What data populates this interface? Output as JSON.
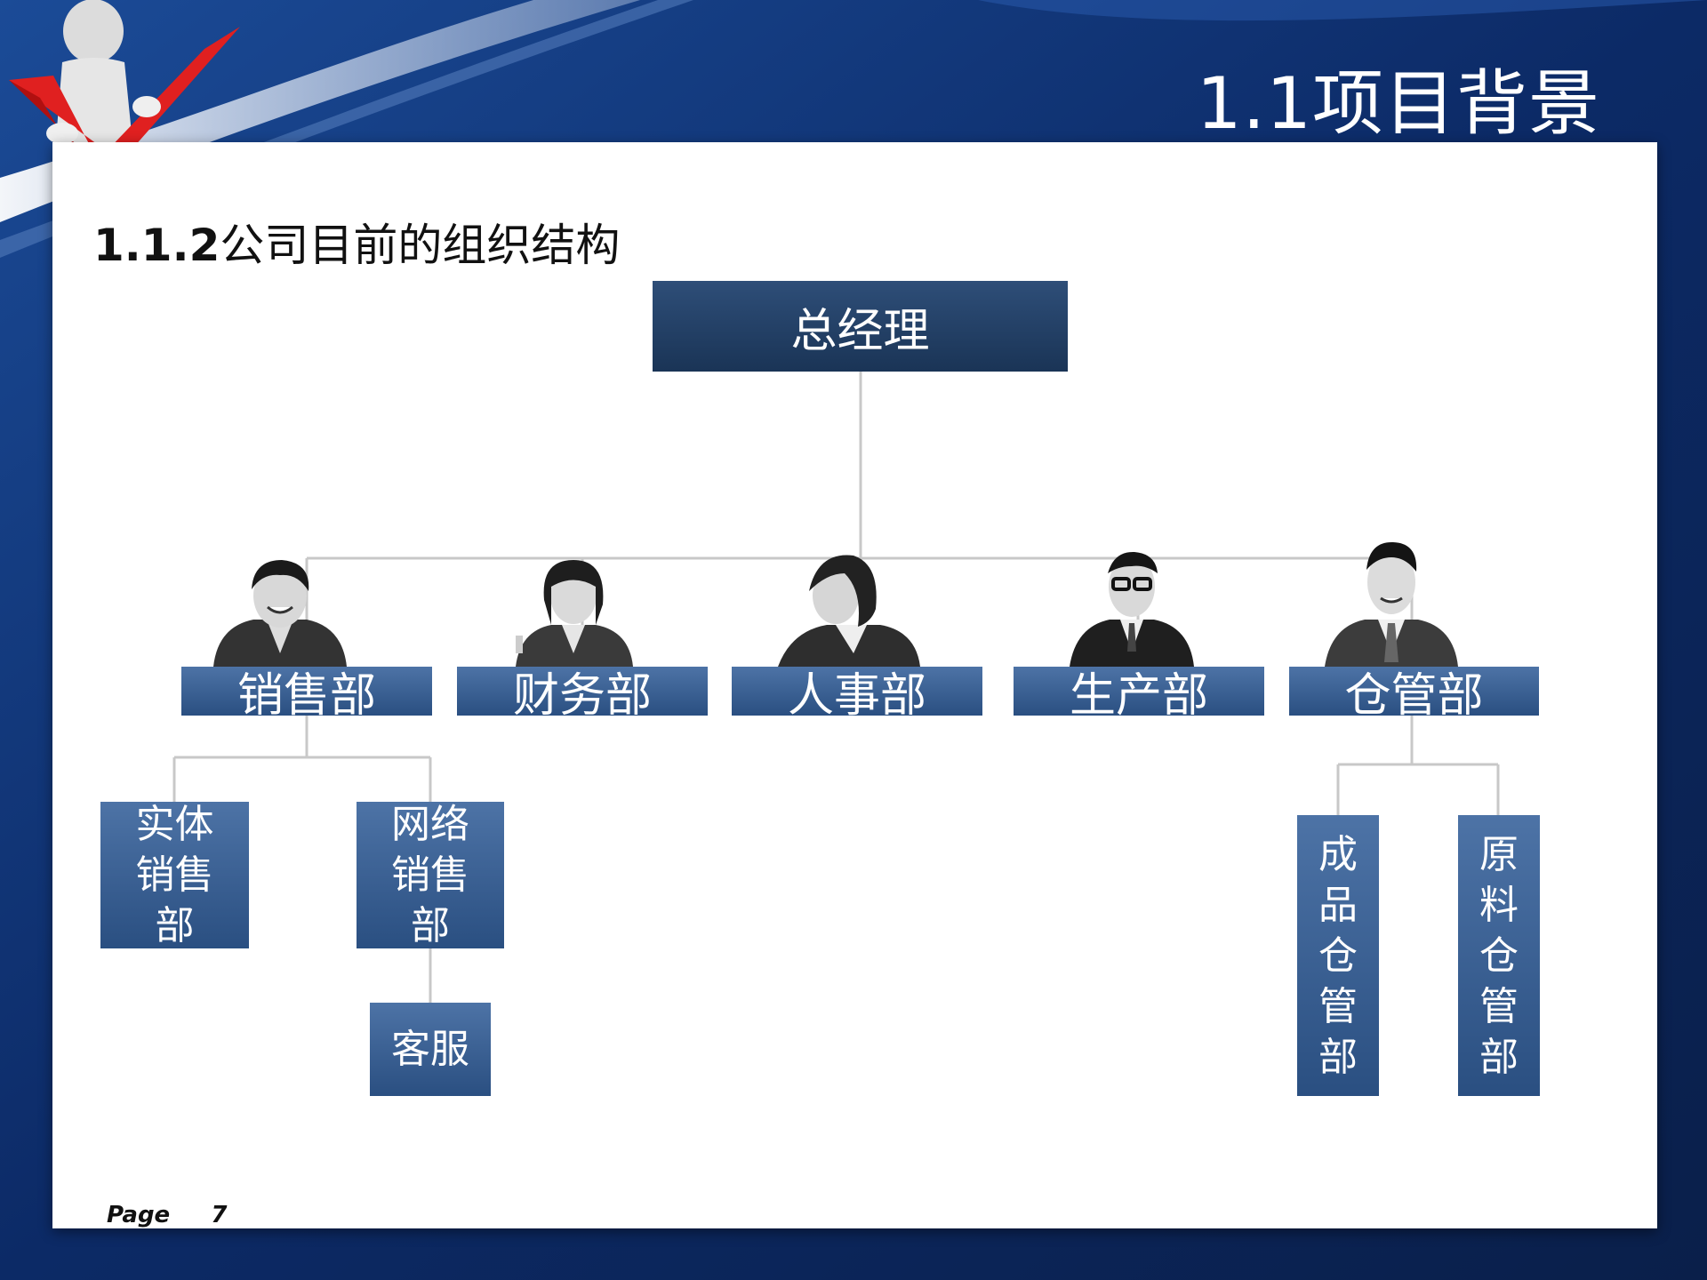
{
  "slide": {
    "title": "1.1项目背景",
    "subtitle_num": "1.1.2",
    "subtitle_text": "公司目前的组织结构",
    "page_label": "Page",
    "page_number": "7"
  },
  "org": {
    "ceo": "总经理",
    "departments": [
      "销售部",
      "财务部",
      "人事部",
      "生产部",
      "仓管部"
    ],
    "sales_subunits": [
      "实体销售部",
      "网络销售部"
    ],
    "online_sales_subunit": "客服",
    "warehouse_subunits": [
      "成品仓管部",
      "原料仓管部"
    ]
  },
  "colors": {
    "background": "#0d2c66",
    "box_fill": "#3a6296",
    "ceo_fill": "#213f66",
    "connector": "#c8c8c8"
  }
}
